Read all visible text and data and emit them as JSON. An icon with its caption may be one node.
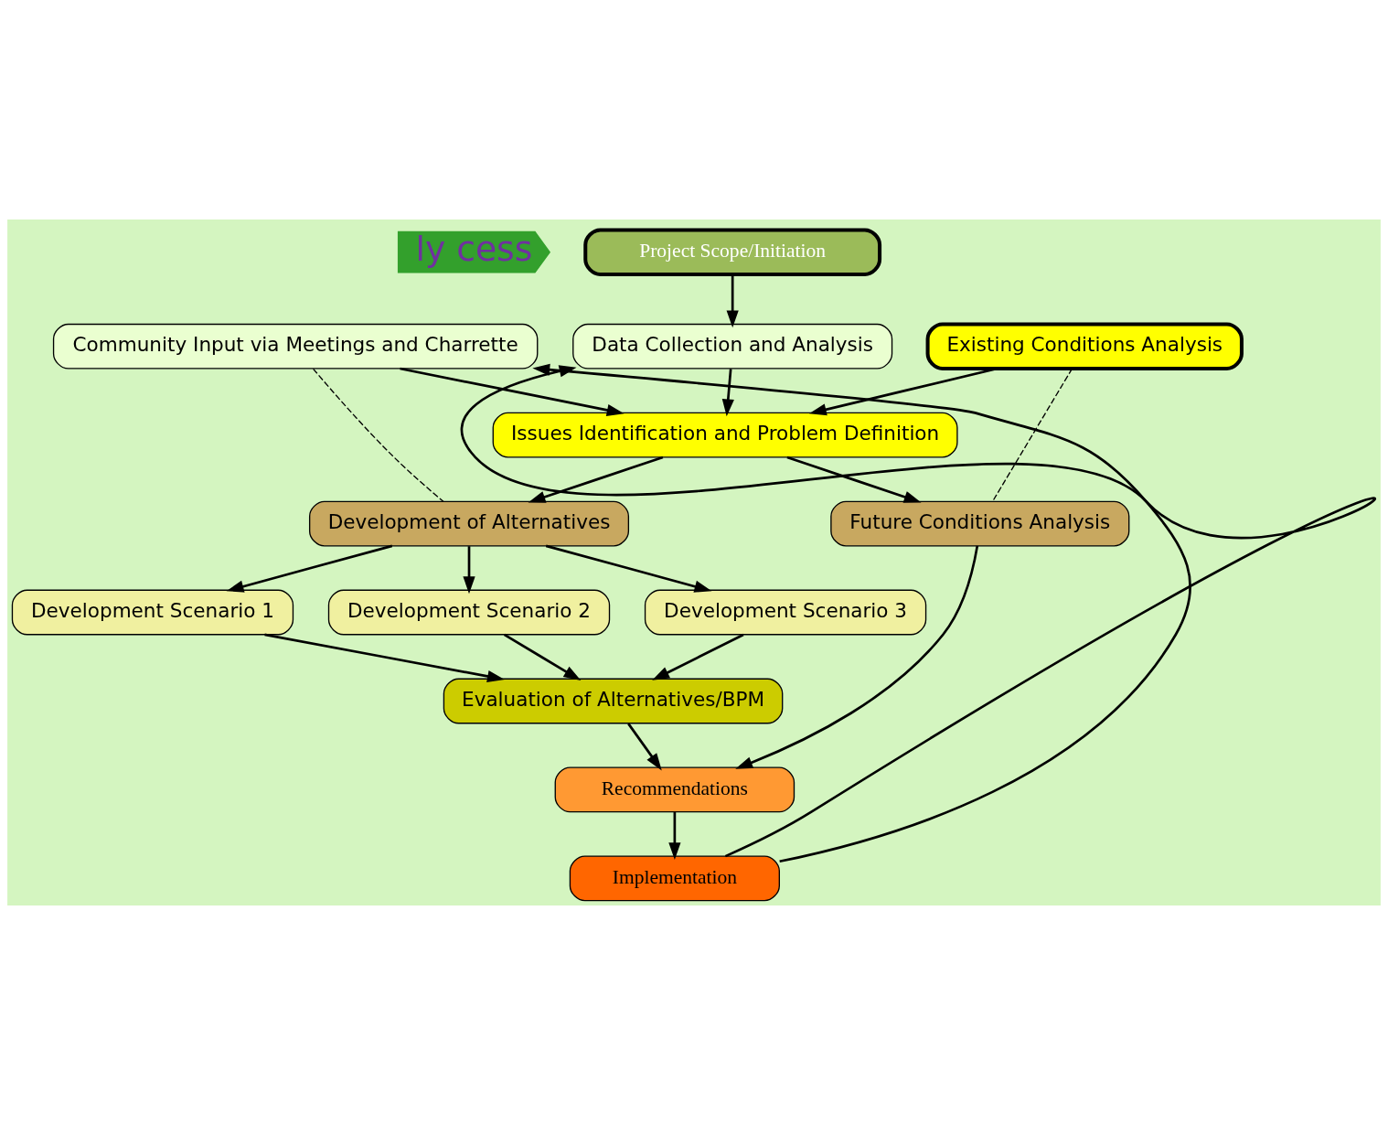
{
  "diagram": {
    "nodes": [
      {
        "text": [
          "ly cess"
        ]
      },
      {
        "text": [
          "Project Scope/Initiation"
        ]
      },
      {
        "text": [
          "Data Collection and Analysis"
        ]
      },
      {
        "text": [
          "Community Input via Meetings and Charrette"
        ]
      },
      {
        "text": [
          "Existing Conditions Analysis"
        ]
      },
      {
        "text": [
          "Issues Identification and Problem Definition"
        ]
      },
      {
        "text": [
          "Development of Alternatives"
        ]
      },
      {
        "text": [
          "Future Conditions Analysis"
        ]
      },
      {
        "text": [
          "Development Scenario 1"
        ]
      },
      {
        "text": [
          "Development Scenario 2"
        ]
      },
      {
        "text": [
          "Development Scenario 3"
        ]
      },
      {
        "text": [
          "Evaluation of Alternatives/BPM"
        ]
      },
      {
        "text": [
          "Recommendations"
        ]
      },
      {
        "text": [
          "Implementation"
        ]
      }
    ],
    "edges": [
      {
        "from": 1,
        "to": 2,
        "arrow": "to"
      },
      {
        "from": 2,
        "to": 5,
        "arrow": "to"
      },
      {
        "from": 3,
        "to": 5,
        "arrow": "to"
      },
      {
        "from": 4,
        "to": 5,
        "arrow": "to"
      },
      {
        "from": 3,
        "to": 6,
        "arrow": "none",
        "style": "dashed"
      },
      {
        "from": 4,
        "to": 7,
        "arrow": "none",
        "style": "dashed"
      },
      {
        "from": 5,
        "to": 6,
        "arrow": "to"
      },
      {
        "from": 5,
        "to": 7,
        "arrow": "to"
      },
      {
        "from": 6,
        "to": 8,
        "arrow": "to"
      },
      {
        "from": 6,
        "to": 9,
        "arrow": "to"
      },
      {
        "from": 6,
        "to": 10,
        "arrow": "to"
      },
      {
        "from": 8,
        "to": 11,
        "arrow": "to"
      },
      {
        "from": 9,
        "to": 11,
        "arrow": "to"
      },
      {
        "from": 10,
        "to": 11,
        "arrow": "to"
      },
      {
        "from": 7,
        "to": 12,
        "arrow": "to"
      },
      {
        "from": 11,
        "to": 12,
        "arrow": "to"
      },
      {
        "from": 12,
        "to": 13,
        "arrow": "to"
      },
      {
        "from": 13,
        "to": 2,
        "arrow": "to"
      },
      {
        "from": 13,
        "to": 3,
        "arrow": "to"
      }
    ]
  }
}
